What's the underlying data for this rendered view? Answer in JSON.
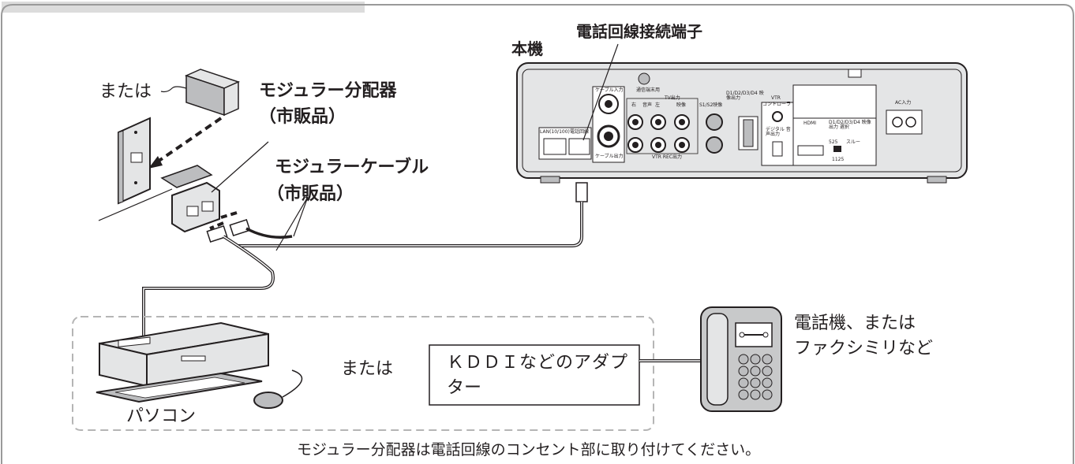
{
  "labels": {
    "honki": "本機",
    "denwa_tanshi": "電話回線接続端子",
    "matawa_top": "または",
    "modular_bunpaiki": "モジュラー分配器",
    "shihan1": "（市販品）",
    "modular_cable": "モジュラーケーブル",
    "shihan2": "（市販品）",
    "matawa_mid": "または",
    "kddi_line1": "ＫＤＤＩなどのアダプ",
    "kddi_line2": "ター",
    "phone_line1": "電話機、または",
    "phone_line2": "ファクシミリなど",
    "pasokon": "パソコン",
    "caption": "モジュラー分配器は電話回線のコンセント部に取り付けてください。"
  },
  "panel": {
    "cable_in": "ケーブル入力",
    "cable_out": "ケーブル出力",
    "tsushin": "通信端末用",
    "tv_out": "TV出力",
    "right": "右",
    "audio": "音声",
    "left": "左",
    "video": "映像",
    "s_video": "S1/S2映像",
    "d_out": "D1/D2/D3/D4 映像出力",
    "vtr": "VTR",
    "controller": "コントローラ",
    "digital_audio": "デジタル 音声出力",
    "hdmi": "HDMI",
    "d_select": "D1/D2/D3/D4 映像出力 選択",
    "s525": "525",
    "through": "スルー",
    "s1125": "1125",
    "ac_in": "AC入力",
    "lan": "LAN(10/100)",
    "tel": "電話回線",
    "vtr_rec": "VTR REC出力"
  },
  "colors": {
    "border": "#9a9a9a",
    "device_fill": "#e4e5e6",
    "device_dark": "#bcbdbf",
    "cable": "#231f20",
    "dashed": "#b5b5b5",
    "phone_body": "#c8c9ca"
  }
}
